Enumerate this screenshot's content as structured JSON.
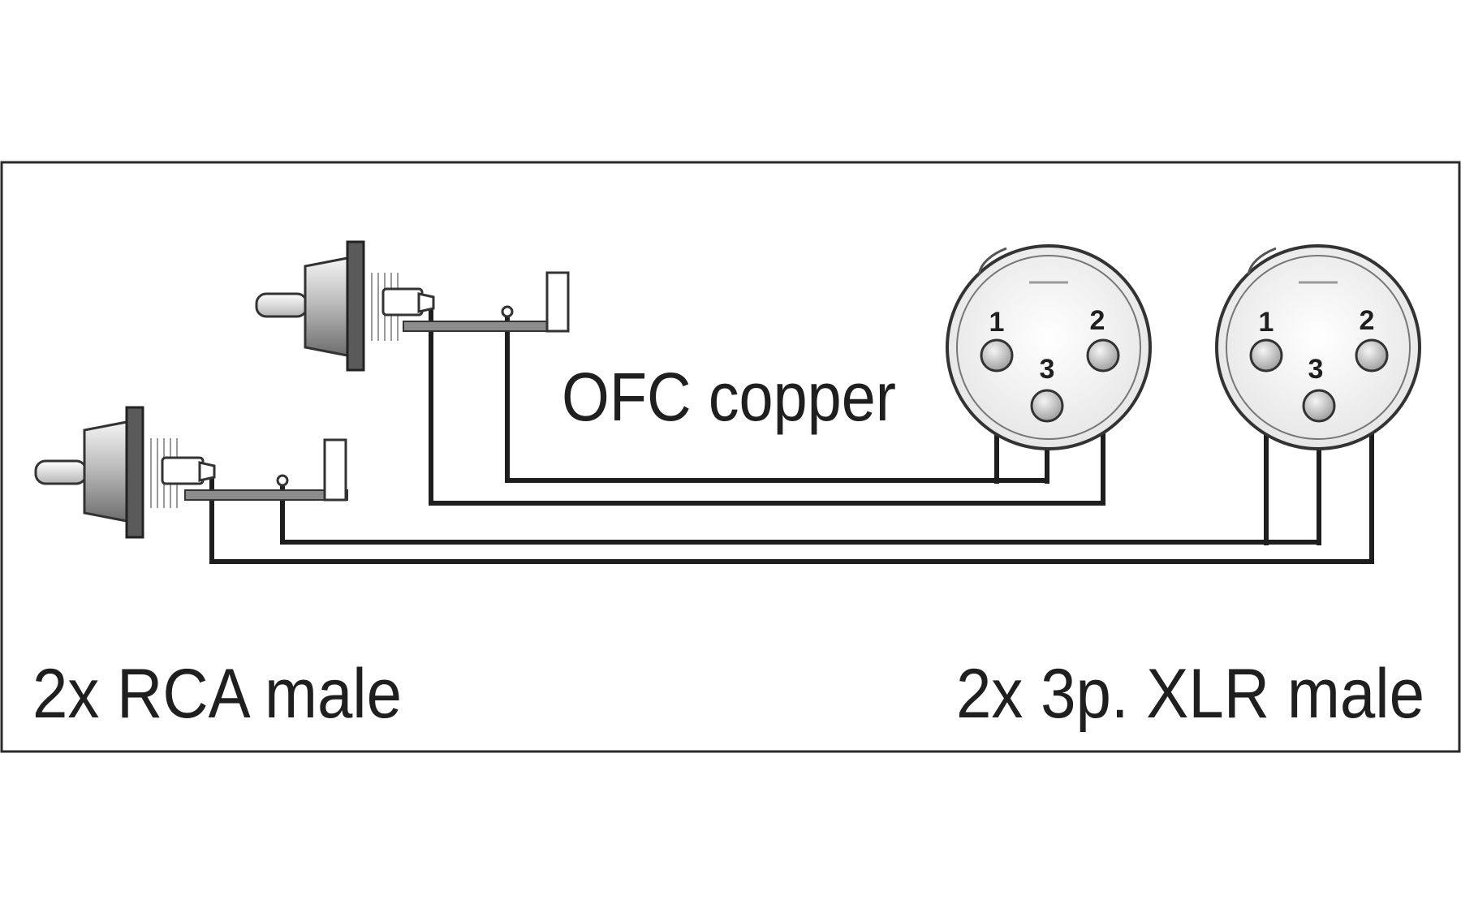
{
  "diagram": {
    "cable_label": "OFC copper",
    "left_caption": "2x RCA male",
    "right_caption": "2x 3p. XLR male",
    "xlr_connectors": [
      {
        "pins": [
          {
            "number": "1"
          },
          {
            "number": "2"
          },
          {
            "number": "3"
          }
        ]
      },
      {
        "pins": [
          {
            "number": "1"
          },
          {
            "number": "2"
          },
          {
            "number": "3"
          }
        ]
      }
    ]
  },
  "colors": {
    "background": "#ffffff",
    "frame": "#2b2b2b",
    "wire": "#1e1e1e",
    "connector_body": "#8a8a8a",
    "connector_light": "#d8d8d8"
  }
}
